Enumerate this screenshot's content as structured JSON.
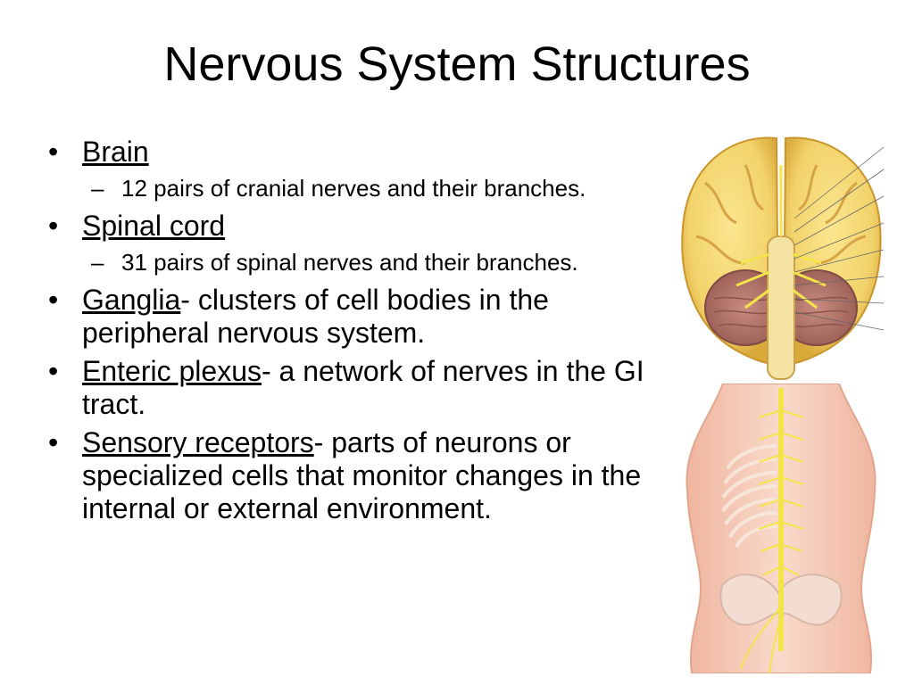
{
  "slide": {
    "title": "Nervous System Structures",
    "bullet_symbol": "•",
    "dash_symbol": "–",
    "items": [
      {
        "term": "Brain",
        "rest": "",
        "sub": "12 pairs of cranial nerves and their branches."
      },
      {
        "term": "Spinal cord",
        "rest": "",
        "sub": "31 pairs of spinal nerves and their branches."
      },
      {
        "term": "Ganglia",
        "rest": "- clusters of cell bodies in the peripheral nervous system.",
        "sub": ""
      },
      {
        "term": "Enteric plexus",
        "rest": "- a network of nerves in the GI tract.",
        "sub": ""
      },
      {
        "term": "Sensory receptors",
        "rest": "- parts of neurons or specialized cells that monitor changes in the internal or external environment.",
        "sub": ""
      }
    ]
  },
  "figures": {
    "brain_icon": "brain-inferior-view-illustration",
    "spine_icon": "spinal-cord-posterior-view-illustration",
    "colors": {
      "brain_fill": "#f2d36b",
      "brain_shadow": "#d9a93a",
      "cerebellum": "#b07268",
      "skin": "#f6c7b4",
      "nerve": "#f3e44a"
    }
  }
}
